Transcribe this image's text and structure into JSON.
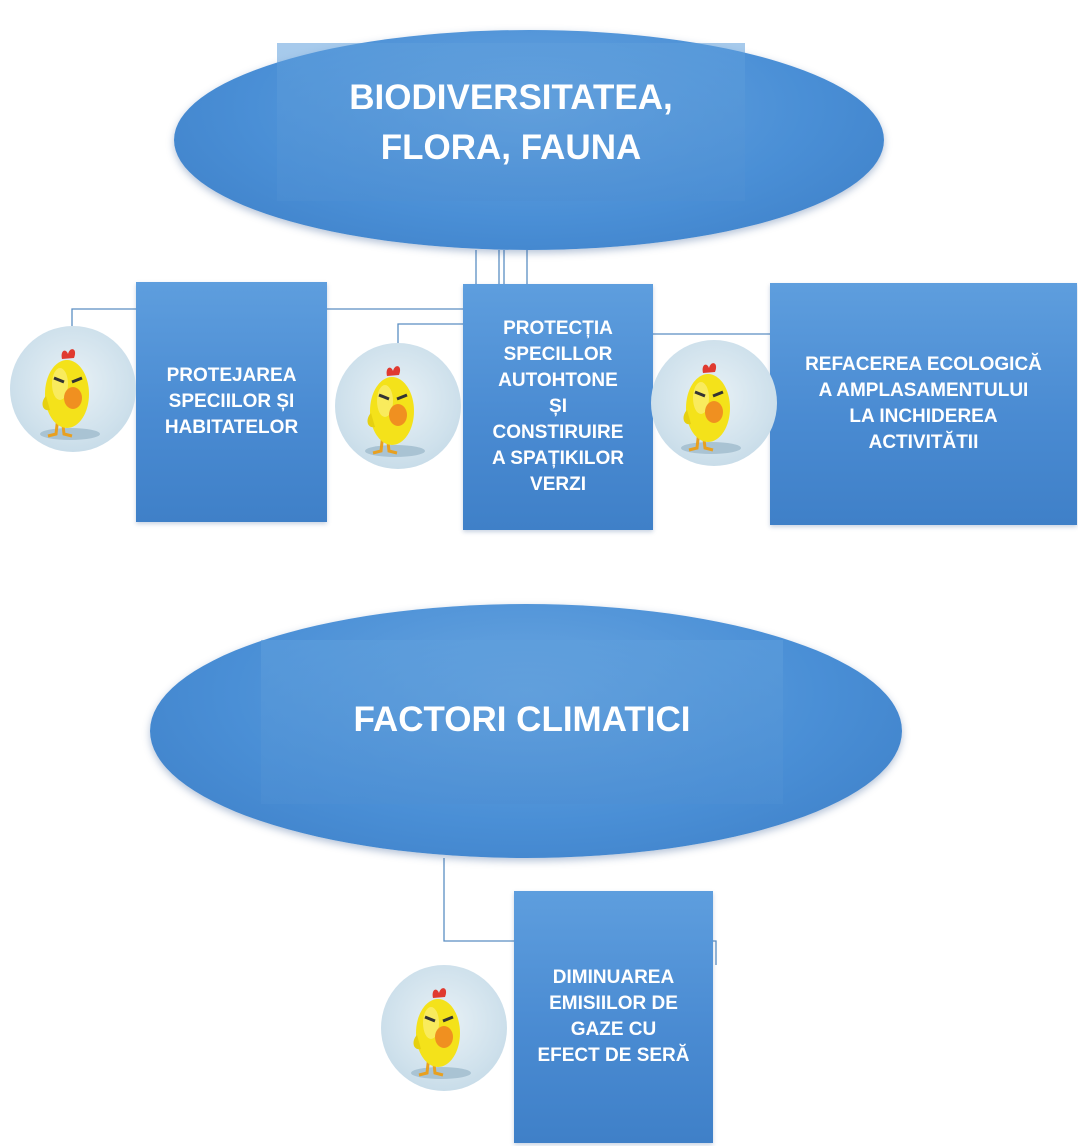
{
  "sections": {
    "biodiversity": {
      "title": "BIODIVERSITATEA,\nFLORA, FAUNA",
      "boxes": [
        {
          "label": "PROTEJAREA\nSPECIILOR  ȘI\nHABITATELOR"
        },
        {
          "label": "PROTECȚIA\nSPECILLOR\nAUTOHTONE\nȘI\nCONSTIRUIRE\nA SPAȚIKILOR\nVERZI"
        },
        {
          "label": "REFACEREA ECOLOGICĂ\nA  AMPLASAMENTULUI\nLA INCHIDEREA\nACTIVITĂTII"
        }
      ]
    },
    "climate": {
      "title": "FACTORI CLIMATICI",
      "boxes": [
        {
          "label": "DIMINUAREA\nEMISIILOR DE\nGAZE CU\nEFECT DE SERĂ"
        }
      ]
    }
  },
  "icons": {
    "avatar": "angry-chick-icon"
  },
  "colors": {
    "shape_fill": "#4a8fd6",
    "connector": "#5b8ec2",
    "text": "#ffffff"
  }
}
